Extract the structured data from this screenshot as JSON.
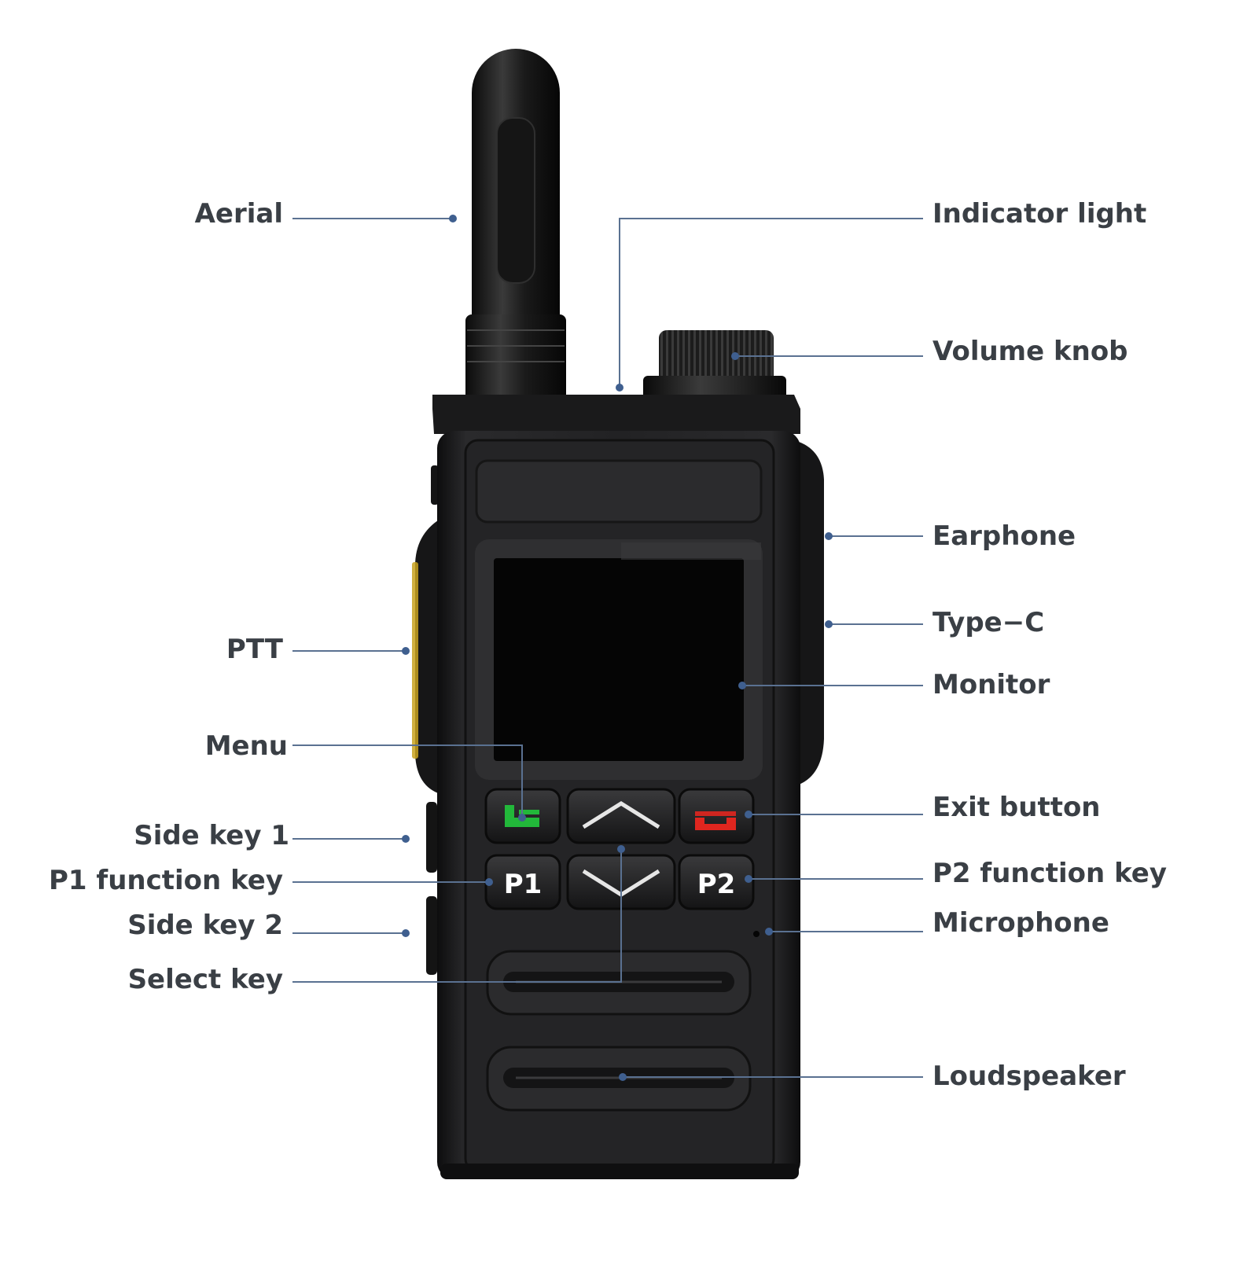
{
  "diagram": {
    "colors": {
      "callout_line": "#5a7191",
      "callout_dot": "#3f5f8f",
      "label_text": "#3a3f45",
      "device_body": "#1b1b1c",
      "menu_key_accent": "#22b83a",
      "exit_key_accent": "#e0261f",
      "ptt_accent": "#c8a21e"
    },
    "labels": {
      "aerial": "Aerial",
      "indicator_light": "Indicator light",
      "volume_knob": "Volume knob",
      "earphone": "Earphone",
      "type_c": "Type−C",
      "ptt": "PTT",
      "monitor": "Monitor",
      "menu": "Menu",
      "exit_button": "Exit button",
      "side_key_1": "Side key 1",
      "p1_function_key": "P1 function key",
      "p2_function_key": "P2 function key",
      "side_key_2": "Side key 2",
      "microphone": "Microphone",
      "select_key": "Select key",
      "loudspeaker": "Loudspeaker"
    },
    "keycaps": {
      "p1": "P1",
      "p2": "P2"
    },
    "icons": {
      "menu_key": "green-call-icon",
      "exit_key": "red-hangup-icon",
      "up_key": "chevron-up-icon",
      "down_key": "chevron-down-icon"
    }
  }
}
